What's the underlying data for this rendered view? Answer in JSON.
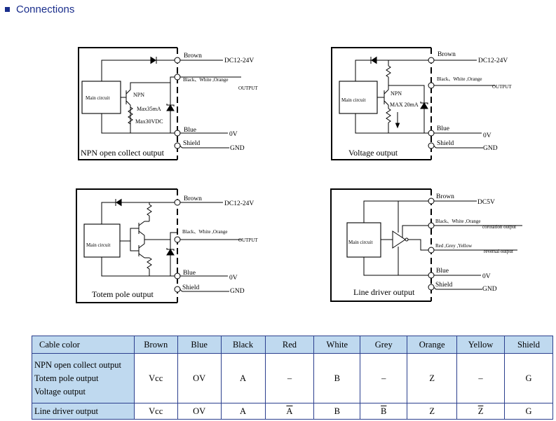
{
  "header": {
    "title": "Connections"
  },
  "diagrams": {
    "npn": {
      "caption": "NPN open collect output",
      "main_circuit": "Main circuit",
      "wire_brown": "Brown",
      "supply": "DC12-24V",
      "wire_signal": "Black、White ,Orange",
      "signal_label": "OUTPUT",
      "transistor": "NPN",
      "max_current": "Max35mA",
      "max_voltage": "Max30VDC",
      "wire_blue": "Blue",
      "zero_v": "0V",
      "wire_shield": "Shield",
      "gnd": "GND"
    },
    "voltage": {
      "caption": "Voltage output",
      "main_circuit": "Main circuit",
      "wire_brown": "Brown",
      "supply": "DC12-24V",
      "wire_signal": "Black、White ,Orange",
      "signal_label": "OUTPUT",
      "transistor": "NPN",
      "max_current": "MAX 20mA",
      "wire_blue": "Blue",
      "zero_v": "0V",
      "wire_shield": "Shield",
      "gnd": "GND"
    },
    "totem": {
      "caption": "Totem pole output",
      "main_circuit": "Main circuit",
      "wire_brown": "Brown",
      "supply": "DC12-24V",
      "wire_signal": "Black、White ,Orange",
      "signal_label": "OUTPUT",
      "wire_blue": "Blue",
      "zero_v": "0V",
      "wire_shield": "Shield",
      "gnd": "GND"
    },
    "line": {
      "caption": "Line driver output",
      "main_circuit": "Main circuit",
      "wire_brown": "Brown",
      "supply": "DC5V",
      "wire_signal": "Black、White ,Orange",
      "signal_label": "corotation output",
      "wire_reverse": "Red ,Grey ,Yellow",
      "reverse_label": "reversal output",
      "wire_blue": "Blue",
      "zero_v": "0V",
      "wire_shield": "Shield",
      "gnd": "GND"
    }
  },
  "table": {
    "columns": [
      "Cable color",
      "Brown",
      "Blue",
      "Black",
      "Red",
      "White",
      "Grey",
      "Orange",
      "Yellow",
      "Shield"
    ],
    "rows": [
      {
        "labels": [
          "NPN open collect output",
          "Totem pole output",
          "Voltage output"
        ],
        "cells": [
          "Vcc",
          "OV",
          "A",
          "–",
          "B",
          "–",
          "Z",
          "–",
          "G"
        ]
      },
      {
        "labels": [
          "Line driver output"
        ],
        "cells": [
          "Vcc",
          "OV",
          "A",
          "A",
          "B",
          "B",
          "Z",
          "Z",
          "G"
        ]
      }
    ]
  }
}
